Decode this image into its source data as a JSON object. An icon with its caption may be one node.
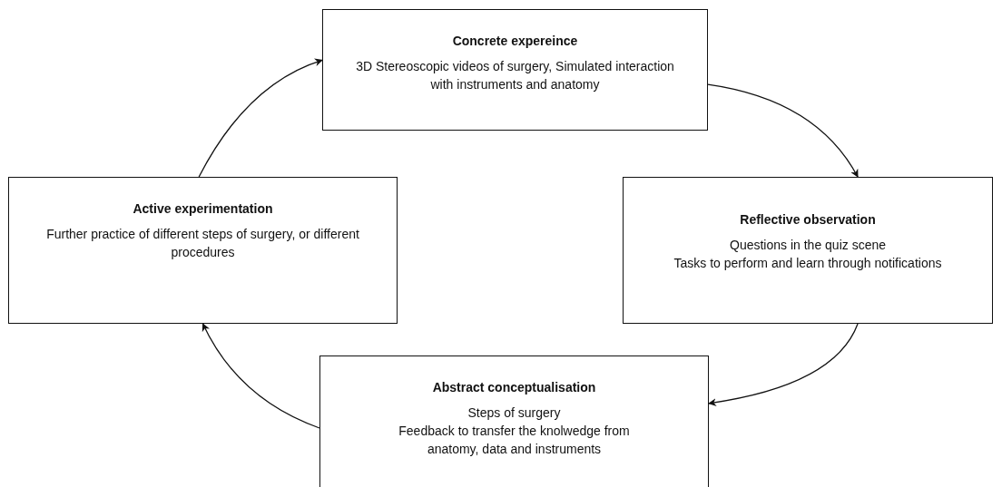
{
  "diagram": {
    "nodes": [
      {
        "text": [
          "Concrete expereince",
          "3D Stereoscopic videos of surgery, Simulated interaction with instruments and anatomy"
        ]
      },
      {
        "text": [
          "Reflective observation",
          "Questions in the quiz scene",
          "Tasks to perform and learn through notifications"
        ]
      },
      {
        "text": [
          "Abstract conceptualisation",
          "Steps of surgery",
          "Feedback to transfer the knolwedge from anatomy, data and instruments"
        ]
      },
      {
        "text": [
          "Active experimentation",
          "Further practice of different steps of surgery, or different procedures"
        ]
      }
    ],
    "edges": [
      {
        "from": 0,
        "to": 1,
        "arrow": "to"
      },
      {
        "from": 1,
        "to": 2,
        "arrow": "to"
      },
      {
        "from": 2,
        "to": 3,
        "arrow": "to"
      },
      {
        "from": 3,
        "to": 0,
        "arrow": "to"
      }
    ]
  }
}
